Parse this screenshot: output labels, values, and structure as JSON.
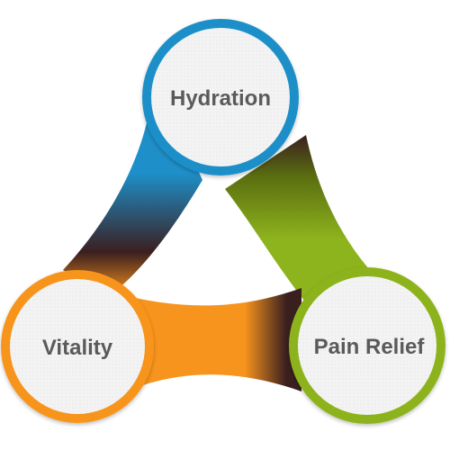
{
  "diagram": {
    "nodes": [
      {
        "id": "top",
        "label": "Hydration",
        "color": "#1e8fc9"
      },
      {
        "id": "left",
        "label": "Vitality",
        "color": "#f7941d"
      },
      {
        "id": "right",
        "label": "Pain Relief",
        "color": "#8db31d"
      }
    ],
    "colors": {
      "node_fill": "#f2f2f2",
      "label_text": "#5a5a5a",
      "blend_dark": "#3a1f1f",
      "background": "#ffffff"
    }
  }
}
